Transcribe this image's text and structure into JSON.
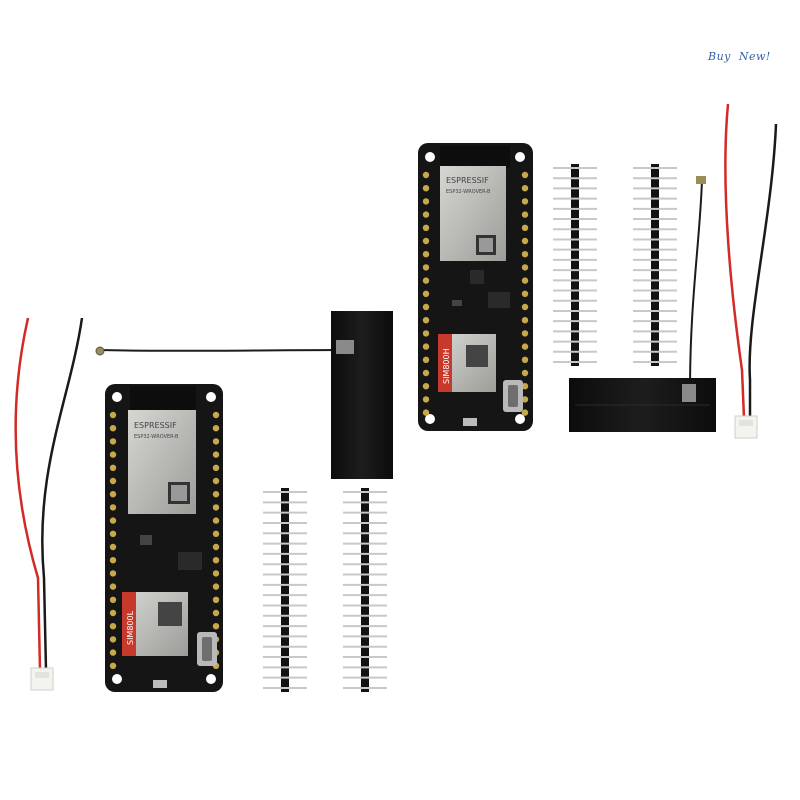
{
  "watermark": "Buy  New!",
  "boards": [
    {
      "module_brand": "ESPRESSIF",
      "module_model": "ESP32-WROVER-B",
      "sim_label": "SIM800H"
    },
    {
      "module_brand": "ESPRESSIF",
      "module_model": "ESP32-WROVER-B",
      "sim_label": "SIM800L"
    }
  ],
  "colors": {
    "pcb": "#151515",
    "pin_gold": "#c9a84a",
    "wire_red": "#d22a26",
    "wire_black": "#1a1a1a",
    "module_silver": "#b8b8b4",
    "header_black": "#121212",
    "pin_silver": "#c8c8c8"
  }
}
